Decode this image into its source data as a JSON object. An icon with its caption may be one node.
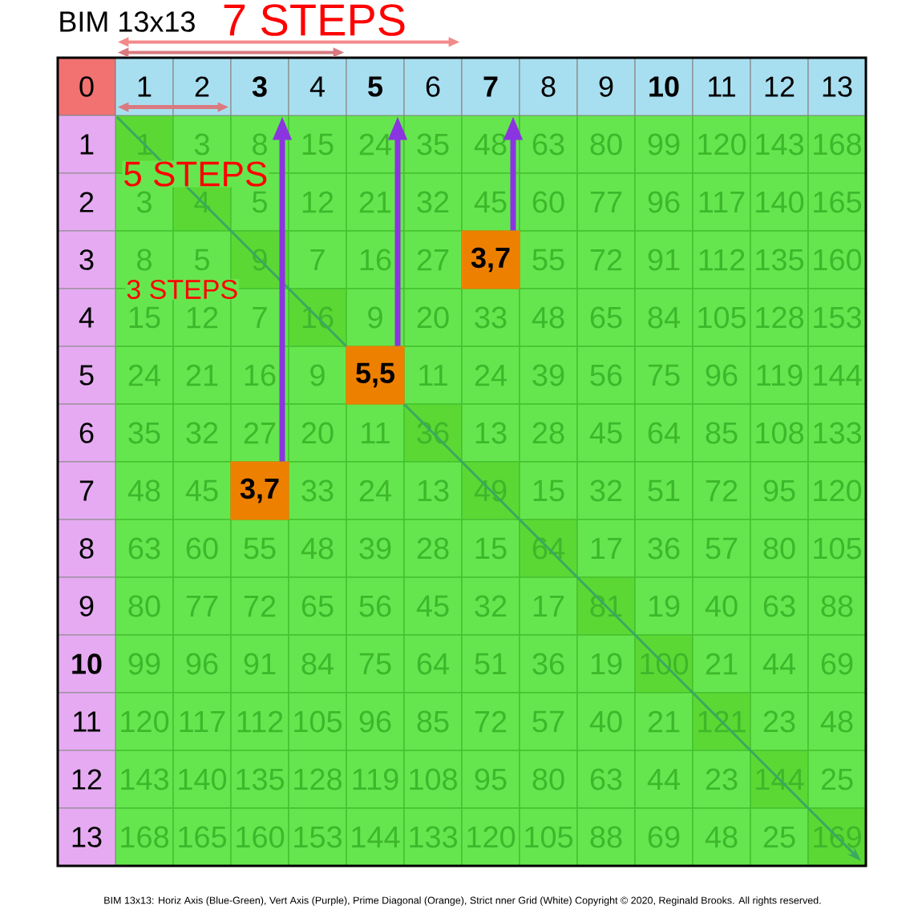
{
  "diagram": {
    "title": "BIM 13x13",
    "caption": "BIM 13x13:  Horiz Axis (Blue-Green), Vert Axis (Purple), Prime Diagonal (Orange), Strict nner Grid (White)  Copyright © 2020, Reginald Brooks. All rights reserved.",
    "nodes": [
      {
        "text": [
          "0"
        ]
      },
      {
        "text": [
          "1"
        ]
      },
      {
        "text": [
          "2"
        ]
      },
      {
        "text": [
          "3"
        ]
      },
      {
        "text": [
          "4"
        ]
      },
      {
        "text": [
          "5"
        ]
      },
      {
        "text": [
          "6"
        ]
      },
      {
        "text": [
          "7"
        ]
      },
      {
        "text": [
          "8"
        ]
      },
      {
        "text": [
          "9"
        ]
      },
      {
        "text": [
          "10"
        ]
      },
      {
        "text": [
          "11"
        ]
      },
      {
        "text": [
          "12"
        ]
      },
      {
        "text": [
          "13"
        ]
      },
      {
        "text": [
          "1"
        ]
      },
      {
        "text": [
          "2"
        ]
      },
      {
        "text": [
          "3"
        ]
      },
      {
        "text": [
          "4"
        ]
      },
      {
        "text": [
          "5"
        ]
      },
      {
        "text": [
          "6"
        ]
      },
      {
        "text": [
          "7"
        ]
      },
      {
        "text": [
          "8"
        ]
      },
      {
        "text": [
          "9"
        ]
      },
      {
        "text": [
          "10"
        ]
      },
      {
        "text": [
          "11"
        ]
      },
      {
        "text": [
          "12"
        ]
      },
      {
        "text": [
          "13"
        ]
      },
      {
        "text": [
          "3,7"
        ]
      },
      {
        "text": [
          "5,5"
        ]
      },
      {
        "text": [
          "3,7"
        ]
      }
    ],
    "edges": [
      {
        "from": 27,
        "to": 7,
        "arrow": "to"
      },
      {
        "from": 28,
        "to": 5,
        "arrow": "to"
      },
      {
        "from": 29,
        "to": 3,
        "arrow": "to"
      },
      {
        "from": 1,
        "to": 6,
        "arrow": "both",
        "color": "#f28a8a"
      },
      {
        "from": 1,
        "to": 4,
        "arrow": "both",
        "color": "#d97a80"
      },
      {
        "from": 1,
        "to": 2,
        "arrow": "both",
        "color": "#d97a80"
      }
    ],
    "labels": [
      "7 STEPS",
      "5 STEPS",
      "3 STEPS",
      "1",
      "3",
      "8",
      "15",
      "24",
      "35",
      "48",
      "63",
      "80",
      "99",
      "120",
      "143",
      "168",
      "3",
      "4",
      "5",
      "12",
      "21",
      "32",
      "45",
      "60",
      "77",
      "96",
      "117",
      "140",
      "165",
      "8",
      "5",
      "9",
      "7",
      "16",
      "27",
      "55",
      "72",
      "91",
      "112",
      "135",
      "160",
      "15",
      "12",
      "7",
      "16",
      "9",
      "20",
      "33",
      "48",
      "65",
      "84",
      "105",
      "128",
      "153",
      "24",
      "21",
      "16",
      "9",
      "11",
      "24",
      "39",
      "56",
      "75",
      "96",
      "119",
      "144",
      "35",
      "32",
      "27",
      "20",
      "11",
      "36",
      "13",
      "28",
      "45",
      "64",
      "85",
      "108",
      "133",
      "48",
      "45",
      "33",
      "24",
      "13",
      "49",
      "15",
      "32",
      "51",
      "72",
      "95",
      "120",
      "63",
      "60",
      "55",
      "48",
      "39",
      "28",
      "15",
      "64",
      "17",
      "36",
      "57",
      "80",
      "105",
      "80",
      "77",
      "72",
      "65",
      "56",
      "45",
      "32",
      "17",
      "81",
      "19",
      "40",
      "63",
      "88",
      "99",
      "96",
      "91",
      "84",
      "75",
      "64",
      "51",
      "36",
      "19",
      "100",
      "21",
      "44",
      "69",
      "120",
      "117",
      "112",
      "105",
      "96",
      "85",
      "72",
      "57",
      "40",
      "21",
      "121",
      "23",
      "48",
      "143",
      "140",
      "135",
      "128",
      "119",
      "108",
      "95",
      "80",
      "63",
      "44",
      "23",
      "144",
      "25",
      "168",
      "165",
      "160",
      "153",
      "144",
      "133",
      "120",
      "105",
      "88",
      "69",
      "48",
      "25",
      "169"
    ]
  }
}
